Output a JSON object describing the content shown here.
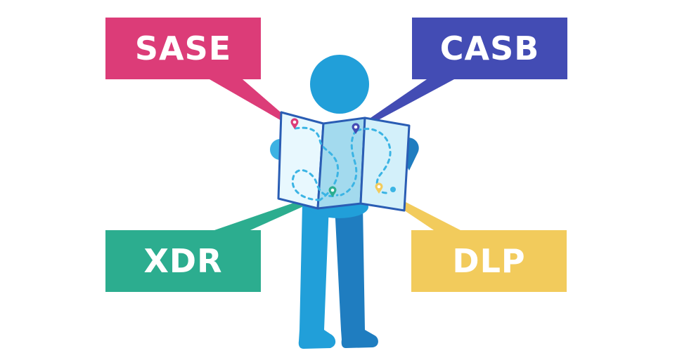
{
  "labels": [
    {
      "id": "sase",
      "text": "SASE",
      "color": "#DC3C78"
    },
    {
      "id": "casb",
      "text": "CASB",
      "color": "#434CB4"
    },
    {
      "id": "xdr",
      "text": "XDR",
      "color": "#2CAD8F"
    },
    {
      "id": "dlp",
      "text": "DLP",
      "color": "#F2CB5C"
    }
  ],
  "figure": {
    "head_color": "#219FD9",
    "left_arm_color": "#3DB2E3",
    "right_arm_color": "#1F7DC0",
    "left_leg_color": "#219FD9",
    "right_leg_color": "#1F7DC0",
    "map_outline_color": "#2A5DB4",
    "map_left_fill": "#E8F8FE",
    "map_mid_fill": "#A3DAEE",
    "map_right_fill": "#D3F0FA",
    "route_color": "#3BB4E4"
  }
}
